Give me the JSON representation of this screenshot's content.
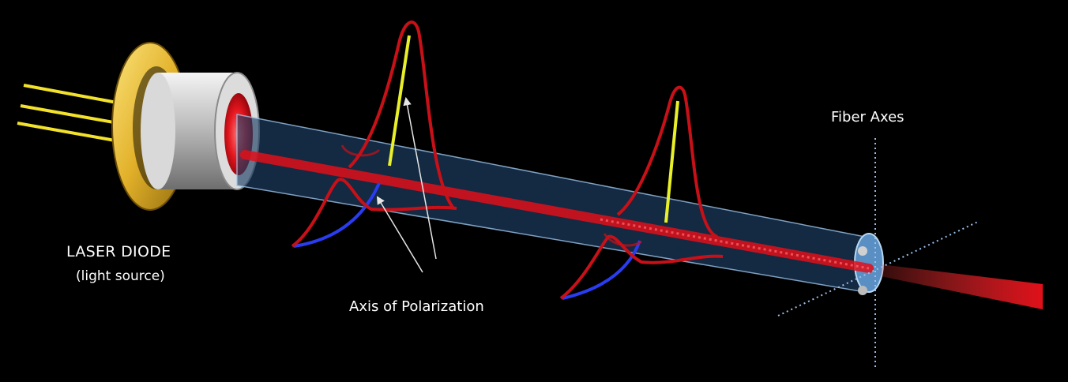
{
  "labels": {
    "laser_diode": "LASER DIODE",
    "light_source": "(light source)",
    "axis_of_polarization": "Axis of Polarization",
    "fiber_axes": "Fiber Axes"
  },
  "colors": {
    "background": "#000000",
    "pins": "#f2e22c",
    "flange": "#d8a51b",
    "housing": "#c8c8c8",
    "laser_red": "#e0101a",
    "fiber_tube": "#4f7fb4",
    "fiber_edge": "#9cc4ea",
    "vertical_polarization": "#e8f02a",
    "horizontal_polarization": "#2a3cf0",
    "fiber_axes_dotted": "#9fc0e8",
    "arrow": "#e6e6e6"
  }
}
